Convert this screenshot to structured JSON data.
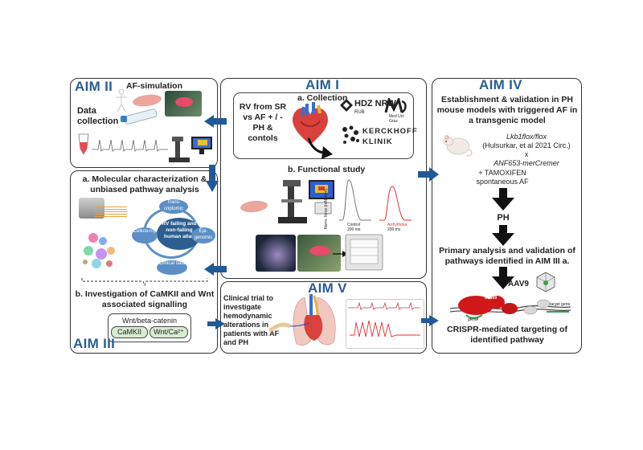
{
  "aim1": {
    "title": "AIM I",
    "collection_label": "a. Collection",
    "rv_text": "RV from SR vs AF + / - PH & contols",
    "hdz": "HDZ NRW",
    "hdz_sub": "RUB",
    "meduni": "Med Uni Graz",
    "kerckhoff_1": "KERCKHOFF",
    "kerckhoff_2": "KLINIK",
    "functional_label": "b. Functional study",
    "force_axis": "Norm. force (mN/mm²)",
    "control_label": "Control",
    "arrhythmia_label": "Arrhythmia",
    "time_label": "200 ms"
  },
  "aim2": {
    "title": "AIM II",
    "af_sim_label": "AF-simulation",
    "data_collection_label": "Data collection"
  },
  "aim3": {
    "title": "AIM III",
    "a_label": "a. Molecular characterization & unbiased pathway analysis",
    "center_label": "RV failing and non-failing human atlas",
    "transcriptomic": "Trans-criptomic",
    "cellularity": "Cellula-rity",
    "epigenomic": "Epi-genomic",
    "clinical": "Clinical data",
    "b_label": "b. Investigation of CaMKII and Wnt associated signalling",
    "wnt_beta": "Wnt/beta-catenin",
    "camkii": "CaMKII",
    "wnt_ca": "Wnt/Ca²⁺"
  },
  "aim4": {
    "title": "AIM IV",
    "establish_label": "Establishment & validation in PH mouse models with triggered AF in a transgenic model",
    "lkb1": "Lkb1flox/flox",
    "citation": "(Hulsurkar, et al 2021 Circ.)",
    "x_label": "x",
    "anf": "ANF653-merCremer",
    "tamoxifen": "+ TAMOXIFEN spontaneous AF",
    "ph_label": "PH",
    "primary_label": "Primary analysis and validation of pathways identified in AIM III a.",
    "aav9": "AAV9",
    "crispr_label": "CRISPR-mediated targeting of identified pathway",
    "dcas9": "dCas9",
    "grna": "gRNA",
    "target_gene": "target gene"
  },
  "aim5": {
    "title": "AIM V",
    "trial_label": "Clinical trial to investigate hemodynamic alterations in patients with AF and PH"
  },
  "colors": {
    "aim_title": "#2a5d95",
    "blue_arrow": "#1f5a96",
    "pink_tissue": "#f0a8a0",
    "cycle_blue": "#5b8fc5",
    "center_blue": "#2c5e90",
    "camkii_green": "#d8ecd0"
  },
  "icons": [
    "heart-illustration",
    "microscope",
    "mouse",
    "tube",
    "lungs-heart",
    "virus-capsid"
  ]
}
